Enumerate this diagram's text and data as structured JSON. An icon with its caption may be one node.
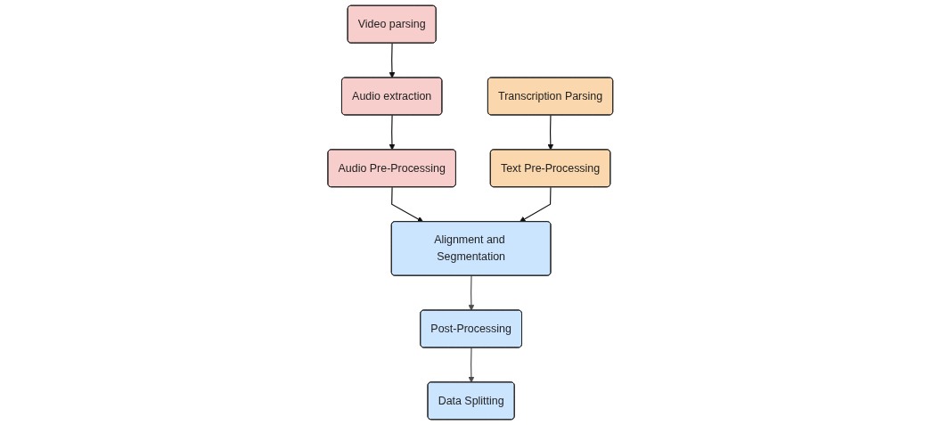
{
  "diagram": {
    "nodes": [
      {
        "text": [
          "Audio Pre-Processing"
        ]
      },
      {
        "text": [
          "Text Pre-Processing"
        ]
      },
      {
        "text": [
          "Alignment and Segmentation"
        ]
      },
      {
        "text": [
          "Audio extraction"
        ]
      },
      {
        "text": [
          "Post-Processing"
        ]
      },
      {
        "text": [
          "Video parsing"
        ]
      },
      {
        "text": [
          "Transcription Parsing"
        ]
      },
      {
        "text": [
          "Data Splitting"
        ]
      }
    ],
    "edges": [
      {
        "from": 5,
        "to": 3,
        "arrow": "to"
      },
      {
        "from": 3,
        "to": 0,
        "arrow": "to"
      },
      {
        "from": 6,
        "to": 1,
        "arrow": "to"
      },
      {
        "from": 0,
        "to": 2,
        "arrow": "to"
      },
      {
        "from": 1,
        "to": 2,
        "arrow": "to"
      },
      {
        "from": 2,
        "to": 4,
        "arrow": "to",
        "color": "#4d4d4d"
      },
      {
        "from": 4,
        "to": 7,
        "arrow": "to",
        "color": "#4d4d4d"
      }
    ]
  }
}
